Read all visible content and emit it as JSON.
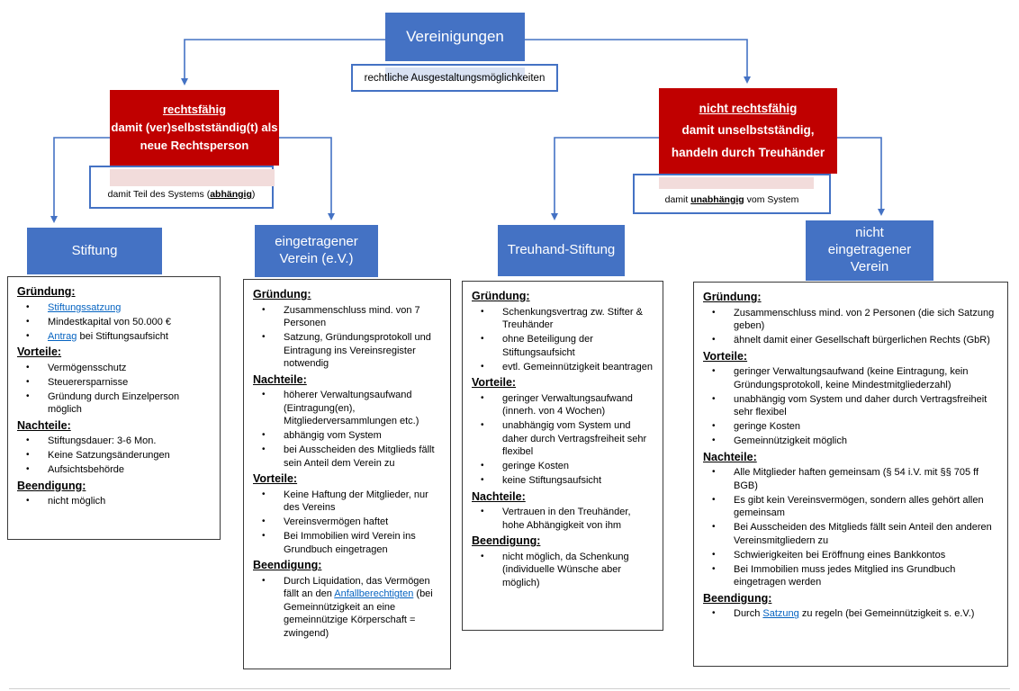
{
  "root": {
    "title": "Vereinigungen",
    "subtitle": "rechtliche Ausgestaltungsmöglichkeiten"
  },
  "branches": [
    {
      "title": "rechtsfähig",
      "line2": "damit (ver)selbstständig(t) als",
      "line3": "neue Rechtsperson",
      "note": {
        "prefix": "damit Teil des Systems (",
        "underlined": "abhängig",
        "suffix": ")"
      }
    },
    {
      "title": "nicht rechtsfähig",
      "line2": "damit unselbstständig,",
      "line3": "handeln durch Treuhänder",
      "note": {
        "prefix": "damit ",
        "underlined": "unabhängig",
        "suffix": " vom System"
      }
    }
  ],
  "columns": [
    {
      "header_lines": [
        "Stiftung"
      ],
      "sections": [
        {
          "title": "Gründung:",
          "items": [
            [
              {
                "t": "Stiftungssatzung",
                "link": true
              }
            ],
            [
              {
                "t": "Mindestkapital von 50.000 €"
              }
            ],
            [
              {
                "t": "Antrag",
                "link": true
              },
              {
                "t": " bei Stiftungsaufsicht"
              }
            ]
          ]
        },
        {
          "title": "Vorteile:",
          "items": [
            [
              {
                "t": "Vermögensschutz"
              }
            ],
            [
              {
                "t": "Steuerersparnisse"
              }
            ],
            [
              {
                "t": "Gründung durch Einzelperson möglich"
              }
            ]
          ]
        },
        {
          "title": "Nachteile:",
          "items": [
            [
              {
                "t": "Stiftungsdauer: 3-6 Mon."
              }
            ],
            [
              {
                "t": "Keine Satzungsänderungen"
              }
            ],
            [
              {
                "t": "Aufsichtsbehörde"
              }
            ]
          ]
        },
        {
          "title": "Beendigung:",
          "items": [
            [
              {
                "t": "nicht möglich"
              }
            ]
          ]
        }
      ]
    },
    {
      "header_lines": [
        "eingetragener",
        "Verein (e.V.)"
      ],
      "sections": [
        {
          "title": "Gründung:",
          "items": [
            [
              {
                "t": "Zusammenschluss mind. von 7 Personen"
              }
            ],
            [
              {
                "t": "Satzung, Gründungsprotokoll und Eintragung ins Vereinsregister notwendig"
              }
            ]
          ]
        },
        {
          "title": "Nachteile:",
          "items": [
            [
              {
                "t": "höherer Verwaltungsaufwand (Eintragung(en), Mitgliederversammlungen etc.)"
              }
            ],
            [
              {
                "t": "abhängig vom System"
              }
            ],
            [
              {
                "t": "bei Ausscheiden des Mitglieds fällt sein Anteil dem Verein zu"
              }
            ]
          ]
        },
        {
          "title": "Vorteile:",
          "items": [
            [
              {
                "t": "Keine Haftung der Mitglieder, nur des Vereins"
              }
            ],
            [
              {
                "t": "Vereinsvermögen haftet"
              }
            ],
            [
              {
                "t": "Bei Immobilien wird Verein ins Grundbuch eingetragen"
              }
            ]
          ]
        },
        {
          "title": "Beendigung:",
          "items": [
            [
              {
                "t": "Durch Liquidation, das Vermögen fällt an den "
              },
              {
                "t": "Anfallberechtigten",
                "link": true
              },
              {
                "t": " (bei Gemeinnützigkeit an eine gemeinnützige Körperschaft = zwingend)"
              }
            ]
          ]
        }
      ]
    },
    {
      "header_lines": [
        "Treuhand-Stiftung"
      ],
      "sections": [
        {
          "title": "Gründung:",
          "items": [
            [
              {
                "t": "Schenkungsvertrag zw. Stifter & Treuhänder"
              }
            ],
            [
              {
                "t": "ohne Beteiligung der Stiftungsaufsicht"
              }
            ],
            [
              {
                "t": "evtl. Gemeinnützigkeit beantragen"
              }
            ]
          ]
        },
        {
          "title": "Vorteile:",
          "items": [
            [
              {
                "t": "geringer Verwaltungsaufwand (innerh. von 4 Wochen)"
              }
            ],
            [
              {
                "t": "unabhängig vom System und daher durch Vertragsfreiheit sehr flexibel"
              }
            ],
            [
              {
                "t": "geringe Kosten"
              }
            ],
            [
              {
                "t": "keine Stiftungsaufsicht"
              }
            ]
          ]
        },
        {
          "title": "Nachteile:",
          "items": [
            [
              {
                "t": "Vertrauen in den Treuhänder, hohe Abhängigkeit von ihm"
              }
            ]
          ]
        },
        {
          "title": "Beendigung:",
          "items": [
            [
              {
                "t": "nicht möglich, da Schenkung (individuelle Wünsche aber möglich)"
              }
            ]
          ]
        }
      ]
    },
    {
      "header_lines": [
        "nicht",
        "eingetragener",
        "Verein"
      ],
      "sections": [
        {
          "title": "Gründung:",
          "items": [
            [
              {
                "t": "Zusammenschluss mind. von 2 Personen (die sich Satzung geben)"
              }
            ],
            [
              {
                "t": "ähnelt damit einer Gesellschaft bürgerlichen Rechts (GbR)"
              }
            ]
          ]
        },
        {
          "title": "Vorteile:",
          "items": [
            [
              {
                "t": "geringer Verwaltungsaufwand (keine Eintragung, kein Gründungsprotokoll, keine Mindestmitgliederzahl)"
              }
            ],
            [
              {
                "t": "unabhängig vom System und daher durch Vertragsfreiheit sehr flexibel"
              }
            ],
            [
              {
                "t": "geringe Kosten"
              }
            ],
            [
              {
                "t": "Gemeinnützigkeit möglich"
              }
            ]
          ]
        },
        {
          "title": "Nachteile:",
          "items": [
            [
              {
                "t": "Alle Mitglieder haften gemeinsam (§ 54 i.V. mit §§ 705 ff BGB)"
              }
            ],
            [
              {
                "t": "Es gibt kein Vereinsvermögen, sondern alles gehört allen gemeinsam"
              }
            ],
            [
              {
                "t": "Bei Ausscheiden des Mitglieds fällt sein Anteil den anderen Vereinsmitgliedern zu"
              }
            ],
            [
              {
                "t": "Schwierigkeiten bei Eröffnung eines Bankkontos"
              }
            ],
            [
              {
                "t": "Bei Immobilien muss jedes Mitglied ins Grundbuch eingetragen werden"
              }
            ]
          ]
        },
        {
          "title": "Beendigung:",
          "items": [
            [
              {
                "t": "Durch "
              },
              {
                "t": "Satzung",
                "link": true
              },
              {
                "t": " zu regeln (bei Gemeinnützigkeit s. e.V.)"
              }
            ]
          ]
        }
      ]
    }
  ],
  "colors": {
    "node_blue": "#4472C4",
    "node_red": "#C00000",
    "link_blue": "#0563C1",
    "strip_pink": "#F2DCDB",
    "strip_light_blue": "#D9E2F3"
  }
}
